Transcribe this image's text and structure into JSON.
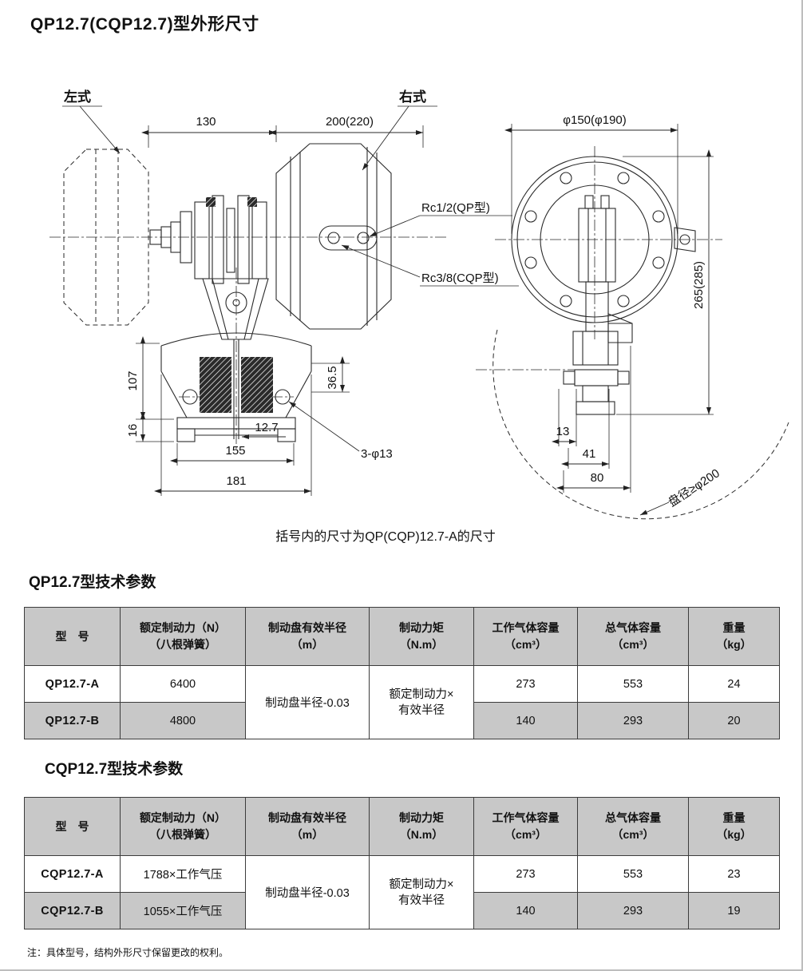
{
  "page": {
    "title": "QP12.7(CQP12.7)型外形尺寸",
    "footnote": "注：具体型号，结构外形尺寸保留更改的权利。"
  },
  "drawing": {
    "caption": "括号内的尺寸为QP(CQP)12.7-A的尺寸",
    "labels": {
      "left_type": "左式",
      "right_type": "右式",
      "w130": "130",
      "w200": "200(220)",
      "phi150": "φ150(φ190)",
      "rc_qp": "Rc1/2(QP型)",
      "rc_cqp": "Rc3/8(CQP型)",
      "h265": "265(285)",
      "h107": "107",
      "h36_5": "36.5",
      "h16": "16",
      "t12_7": "12.7",
      "w155": "155",
      "w181": "181",
      "holes": "3-φ13",
      "w13": "13",
      "w41": "41",
      "w80": "80",
      "disc": "盘径≥φ200"
    }
  },
  "table_qp": {
    "title": "QP12.7型技术参数",
    "headers": [
      {
        "l1": "型　号",
        "l2": ""
      },
      {
        "l1": "额定制动力（N）",
        "l2": "（八根弹簧）"
      },
      {
        "l1": "制动盘有效半径",
        "l2": "（m）"
      },
      {
        "l1": "制动力矩",
        "l2": "（N.m）"
      },
      {
        "l1": "工作气体容量",
        "l2": "（cm³）"
      },
      {
        "l1": "总气体容量",
        "l2": "（cm³）"
      },
      {
        "l1": "重量",
        "l2": "（kg）"
      }
    ],
    "merged": {
      "radius": "制动盘半径-0.03",
      "torque_l1": "额定制动力×",
      "torque_l2": "有效半径"
    },
    "rows": [
      {
        "model": "QP12.7-A",
        "force": "6400",
        "work_gas": "273",
        "total_gas": "553",
        "weight": "24"
      },
      {
        "model": "QP12.7-B",
        "force": "4800",
        "work_gas": "140",
        "total_gas": "293",
        "weight": "20"
      }
    ]
  },
  "table_cqp": {
    "title": "CQP12.7型技术参数",
    "headers": [
      {
        "l1": "型　号",
        "l2": ""
      },
      {
        "l1": "额定制动力（N）",
        "l2": "（八根弹簧）"
      },
      {
        "l1": "制动盘有效半径",
        "l2": "（m）"
      },
      {
        "l1": "制动力矩",
        "l2": "（N.m）"
      },
      {
        "l1": "工作气体容量",
        "l2": "（cm³）"
      },
      {
        "l1": "总气体容量",
        "l2": "（cm³）"
      },
      {
        "l1": "重量",
        "l2": "（kg）"
      }
    ],
    "merged": {
      "radius": "制动盘半径-0.03",
      "torque_l1": "额定制动力×",
      "torque_l2": "有效半径"
    },
    "rows": [
      {
        "model": "CQP12.7-A",
        "force": "1788×工作气压",
        "work_gas": "273",
        "total_gas": "553",
        "weight": "23"
      },
      {
        "model": "CQP12.7-B",
        "force": "1055×工作气压",
        "work_gas": "140",
        "total_gas": "293",
        "weight": "19"
      }
    ]
  }
}
